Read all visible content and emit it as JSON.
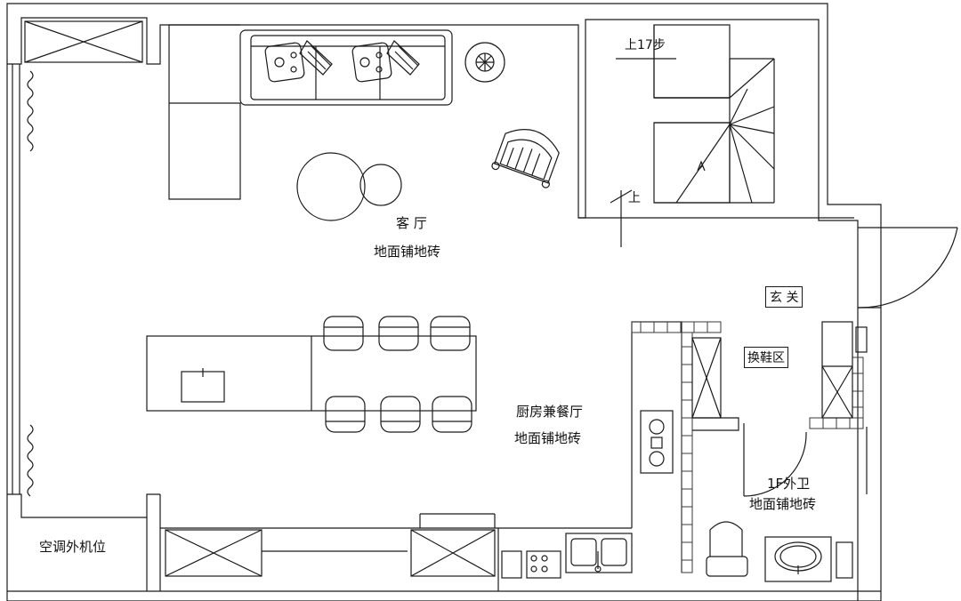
{
  "labels": {
    "living_room": "客 厅",
    "living_floor": "地面铺地砖",
    "kitchen_dining": "厨房兼餐厅",
    "kitchen_floor": "地面铺地砖",
    "entrance": "玄 关",
    "shoe_area": "换鞋区",
    "bathroom": "1F外卫",
    "bathroom_floor": "地面铺地砖",
    "ac_unit": "空调外机位",
    "stairs_steps": "上17步",
    "stairs_up": "上"
  },
  "colors": {
    "line": "#1a1a1a",
    "brick": "#3a3a3a"
  }
}
